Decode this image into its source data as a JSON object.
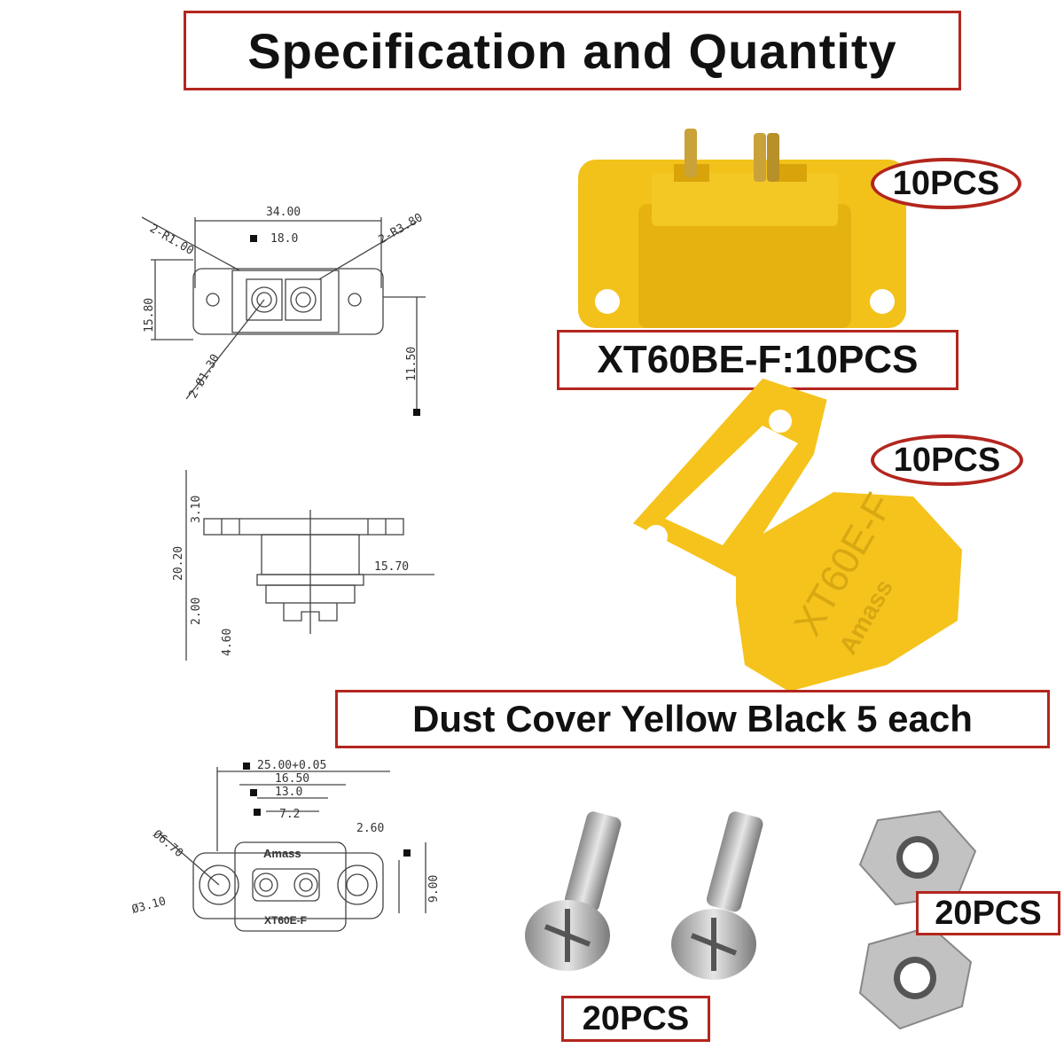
{
  "title": "Specification and Quantity",
  "labels": {
    "connector_qty": "10PCS",
    "connector_name": "XT60BE-F:10PCS",
    "cover_qty": "10PCS",
    "cover_name": "Dust Cover Yellow Black 5 each",
    "nut_qty": "20PCS",
    "screw_qty": "20PCS"
  },
  "drawing_text": {
    "width_top": "34.00",
    "r1": "2-R1.00",
    "r2": "2-R3.80",
    "inner_w": "18.0",
    "h_left": "15.80",
    "hole": "2-Ø1.30",
    "h_right": "11.50",
    "side_h1": "3.10",
    "side_h2": "20.20",
    "side_h3": "2.00",
    "side_h4": "4.60",
    "side_w": "15.70",
    "cut_w": "25.00+0.05",
    "cut_w2": "16.50",
    "cut_w3": "13.0",
    "cut_w4": "7.2",
    "cut_h": "2.60",
    "cut_h2": "9.00",
    "d1": "Ø6.70",
    "d2": "Ø3.10",
    "brand": "Amass",
    "model": "XT60E-F",
    "cover_text": "XT60E-F",
    "cover_brand": "Amass"
  },
  "colors": {
    "accent": "#b3261e",
    "yellow": "#f2c21b",
    "metal": "#b9b9b9"
  }
}
